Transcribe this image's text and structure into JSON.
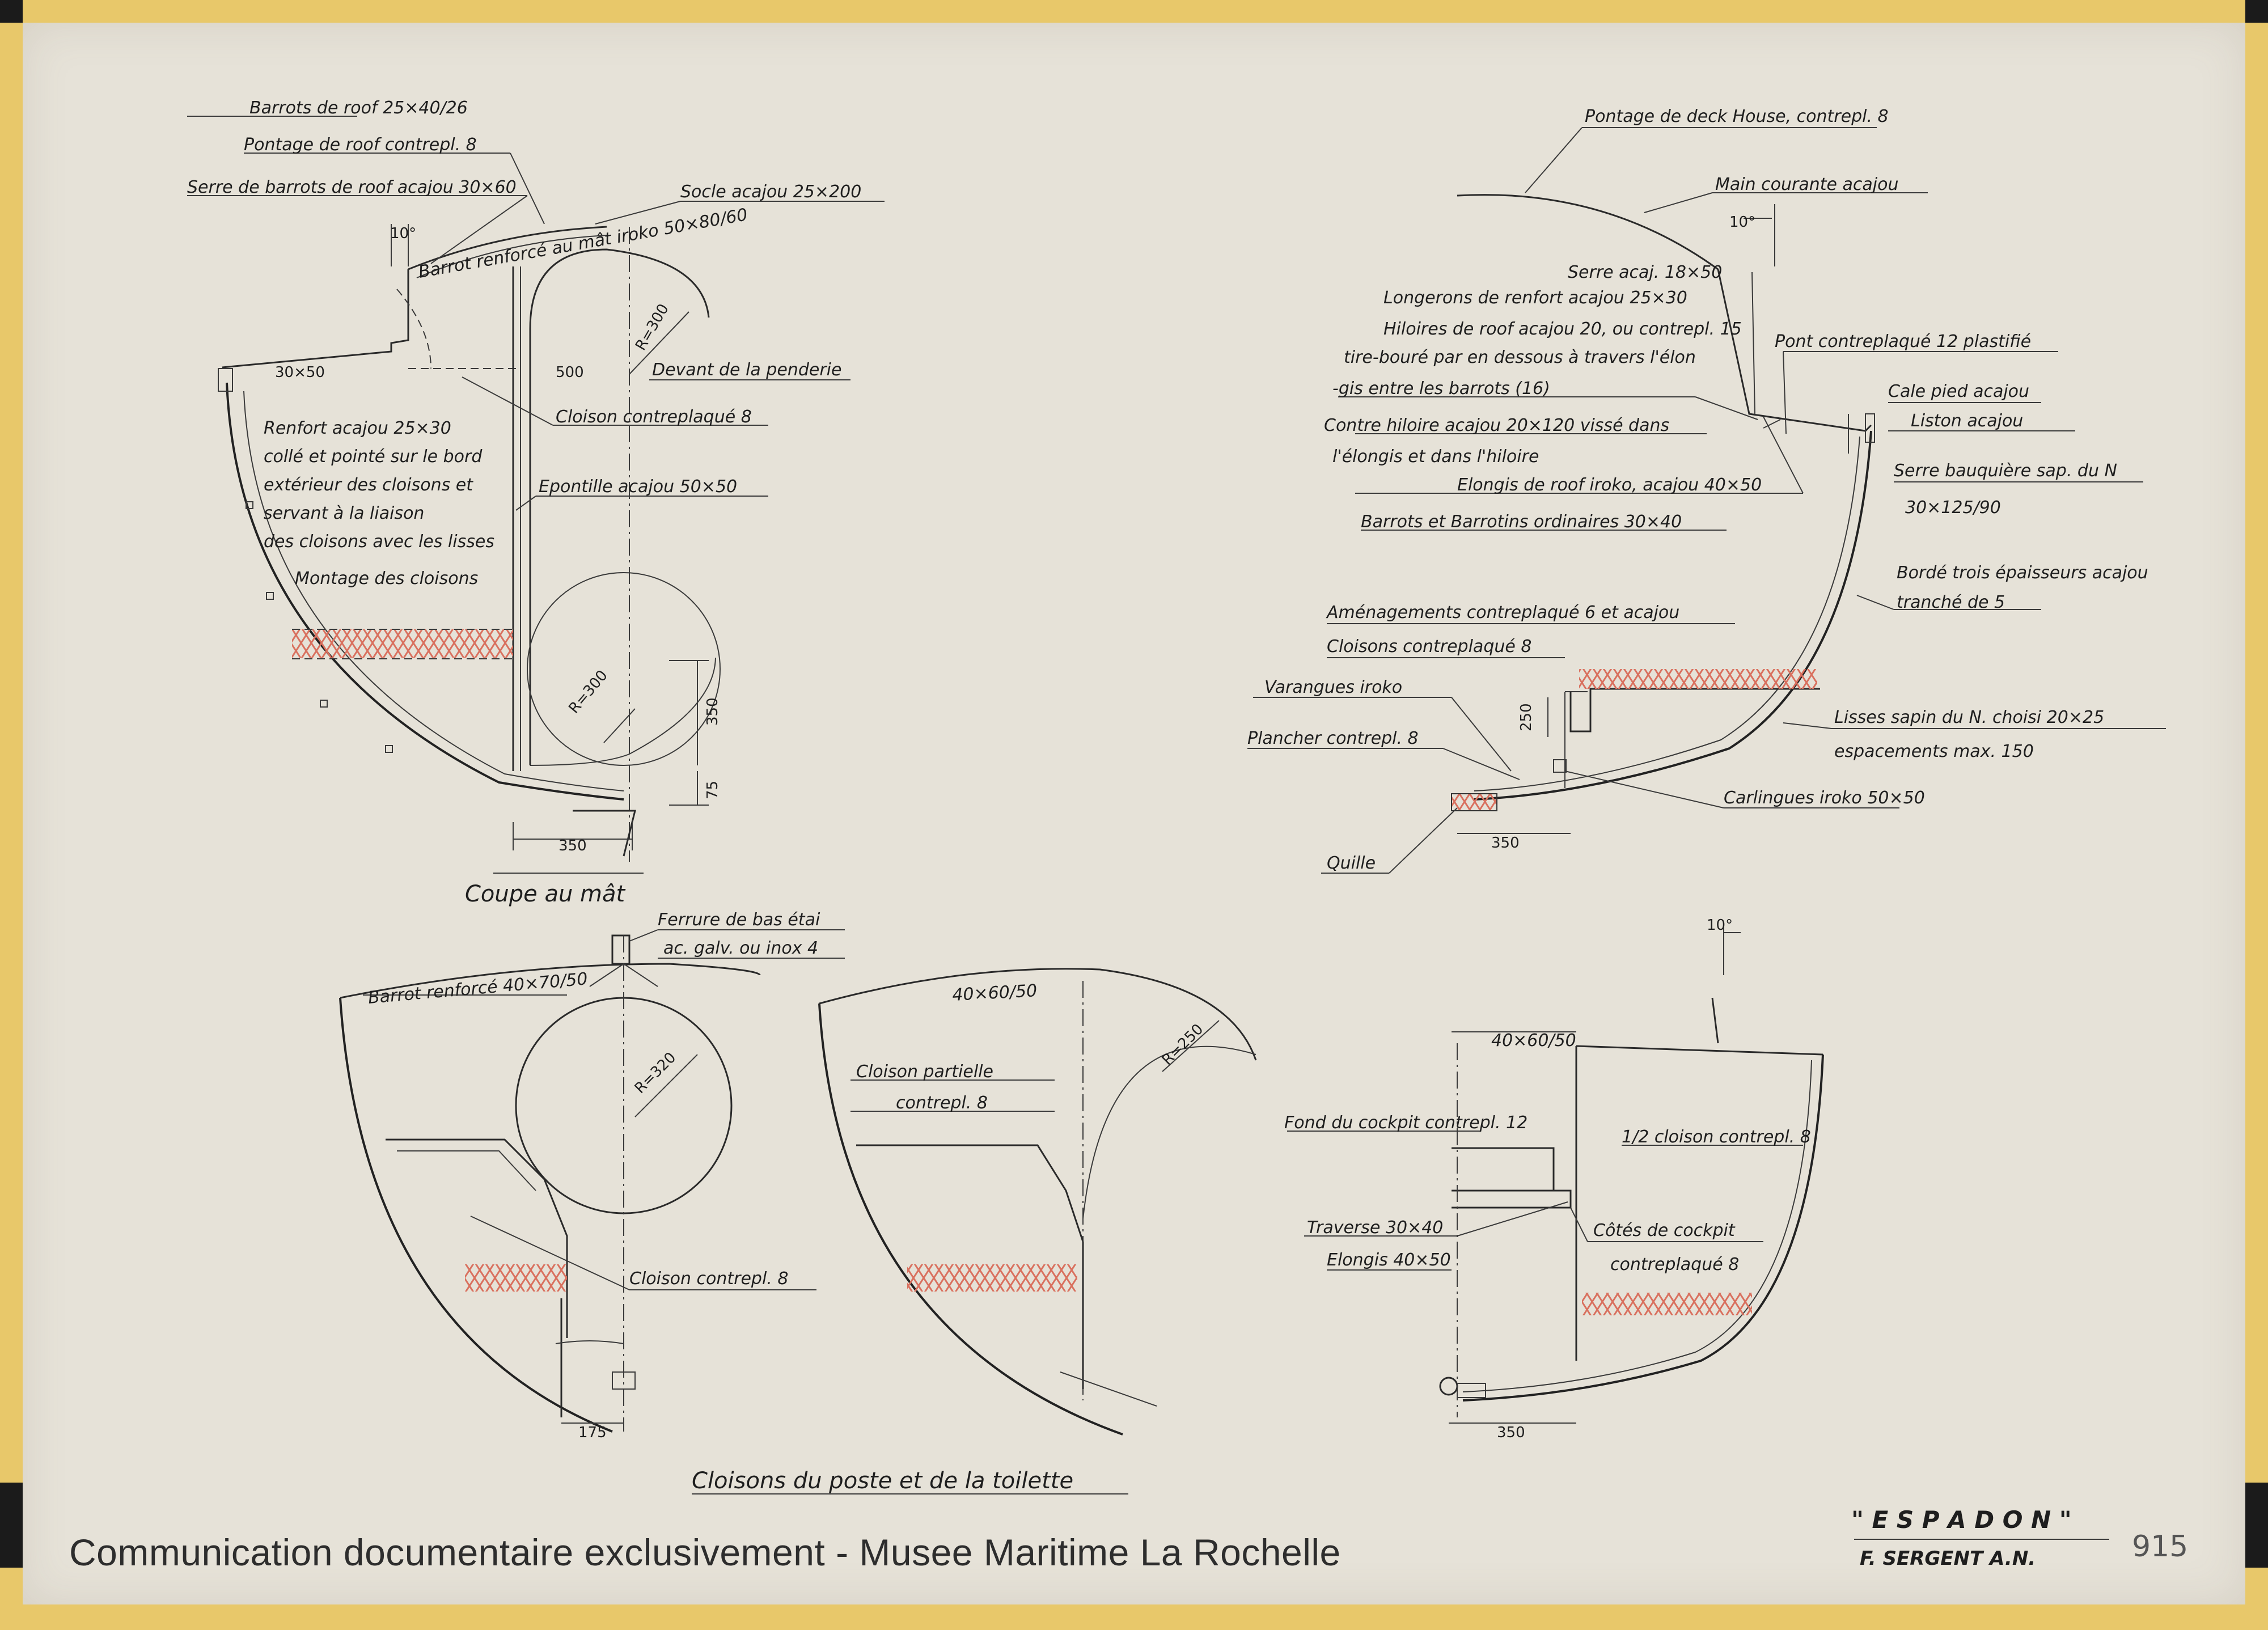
{
  "footer": "Communication documentaire exclusivement - Musee Maritime La Rochelle",
  "title_block": {
    "name": "\" E S P A D O N \"",
    "author": "F. SERGENT A.N.",
    "number": "915"
  },
  "views": {
    "coupe_mat": {
      "title": "Coupe au mât",
      "labels": [
        "Barrots de roof 25×40/26",
        "Pontage de roof contrepl. 8",
        "Serre de barrots de roof acajou 30×60",
        "Socle acajou 25×200",
        "Barrot renforcé au mât iroko 50×80/60",
        "Devant de la penderie",
        "Cloison contreplaqué 8",
        "Renfort acajou 25×30",
        "collé et pointé sur le bord",
        "extérieur des cloisons et",
        "servant à la liaison",
        "des cloisons avec les lisses",
        "Montage des cloisons",
        "Epontille acajou 50×50"
      ],
      "dims": [
        "10°",
        "30×50",
        "500",
        "R=300",
        "R=300",
        "350",
        "75",
        "350"
      ]
    },
    "coupe_deck": {
      "labels": [
        "Pontage de deck House, contrepl. 8",
        "Main courante acajou",
        "Serre acaj. 18×50",
        "Longerons de renfort acajou 25×30",
        "Hiloires de roof acajou 20, ou contrepl. 15",
        "tire-bouré par en dessous à travers l'élon",
        "-gis entre les barrots (16)",
        "Contre hiloire acajou 20×120 vissé dans",
        "l'élongis et dans l'hiloire",
        "Elongis de roof iroko, acajou 40×50",
        "Barrots et Barrotins ordinaires 30×40",
        "Pont contreplaqué 12 plastifié",
        "Cale pied acajou",
        "Liston acajou",
        "Serre bauquière sap. du N",
        "30×125/90",
        "Bordé trois épaisseurs acajou",
        "tranché de 5",
        "Aménagements contreplaqué 6 et acajou",
        "Cloisons contreplaqué 8",
        "Varangues iroko",
        "Plancher contrepl. 8",
        "Lisses sapin du N. choisi 20×25",
        "espacements max. 150",
        "Carlingues iroko 50×50",
        "Quille"
      ],
      "dims": [
        "10°",
        "250",
        "350"
      ]
    },
    "cloisons": {
      "title": "Cloisons du poste et de la toilette",
      "labels": [
        "Ferrure de bas étai",
        "ac. galv. ou inox 4",
        "Barrot renforcé 40×70/50",
        "Cloison contrepl. 8",
        "40×60/50",
        "Cloison partielle",
        "contrepl. 8"
      ],
      "dims": [
        "R=320",
        "175",
        "R=250"
      ]
    },
    "cockpit": {
      "labels": [
        "40×60/50",
        "Fond du cockpit contrepl. 12",
        "1/2 cloison contrepl. 8",
        "Traverse 30×40",
        "Elongis 40×50",
        "Côtés de cockpit",
        "contreplaqué 8"
      ],
      "dims": [
        "10°",
        "350"
      ]
    }
  }
}
